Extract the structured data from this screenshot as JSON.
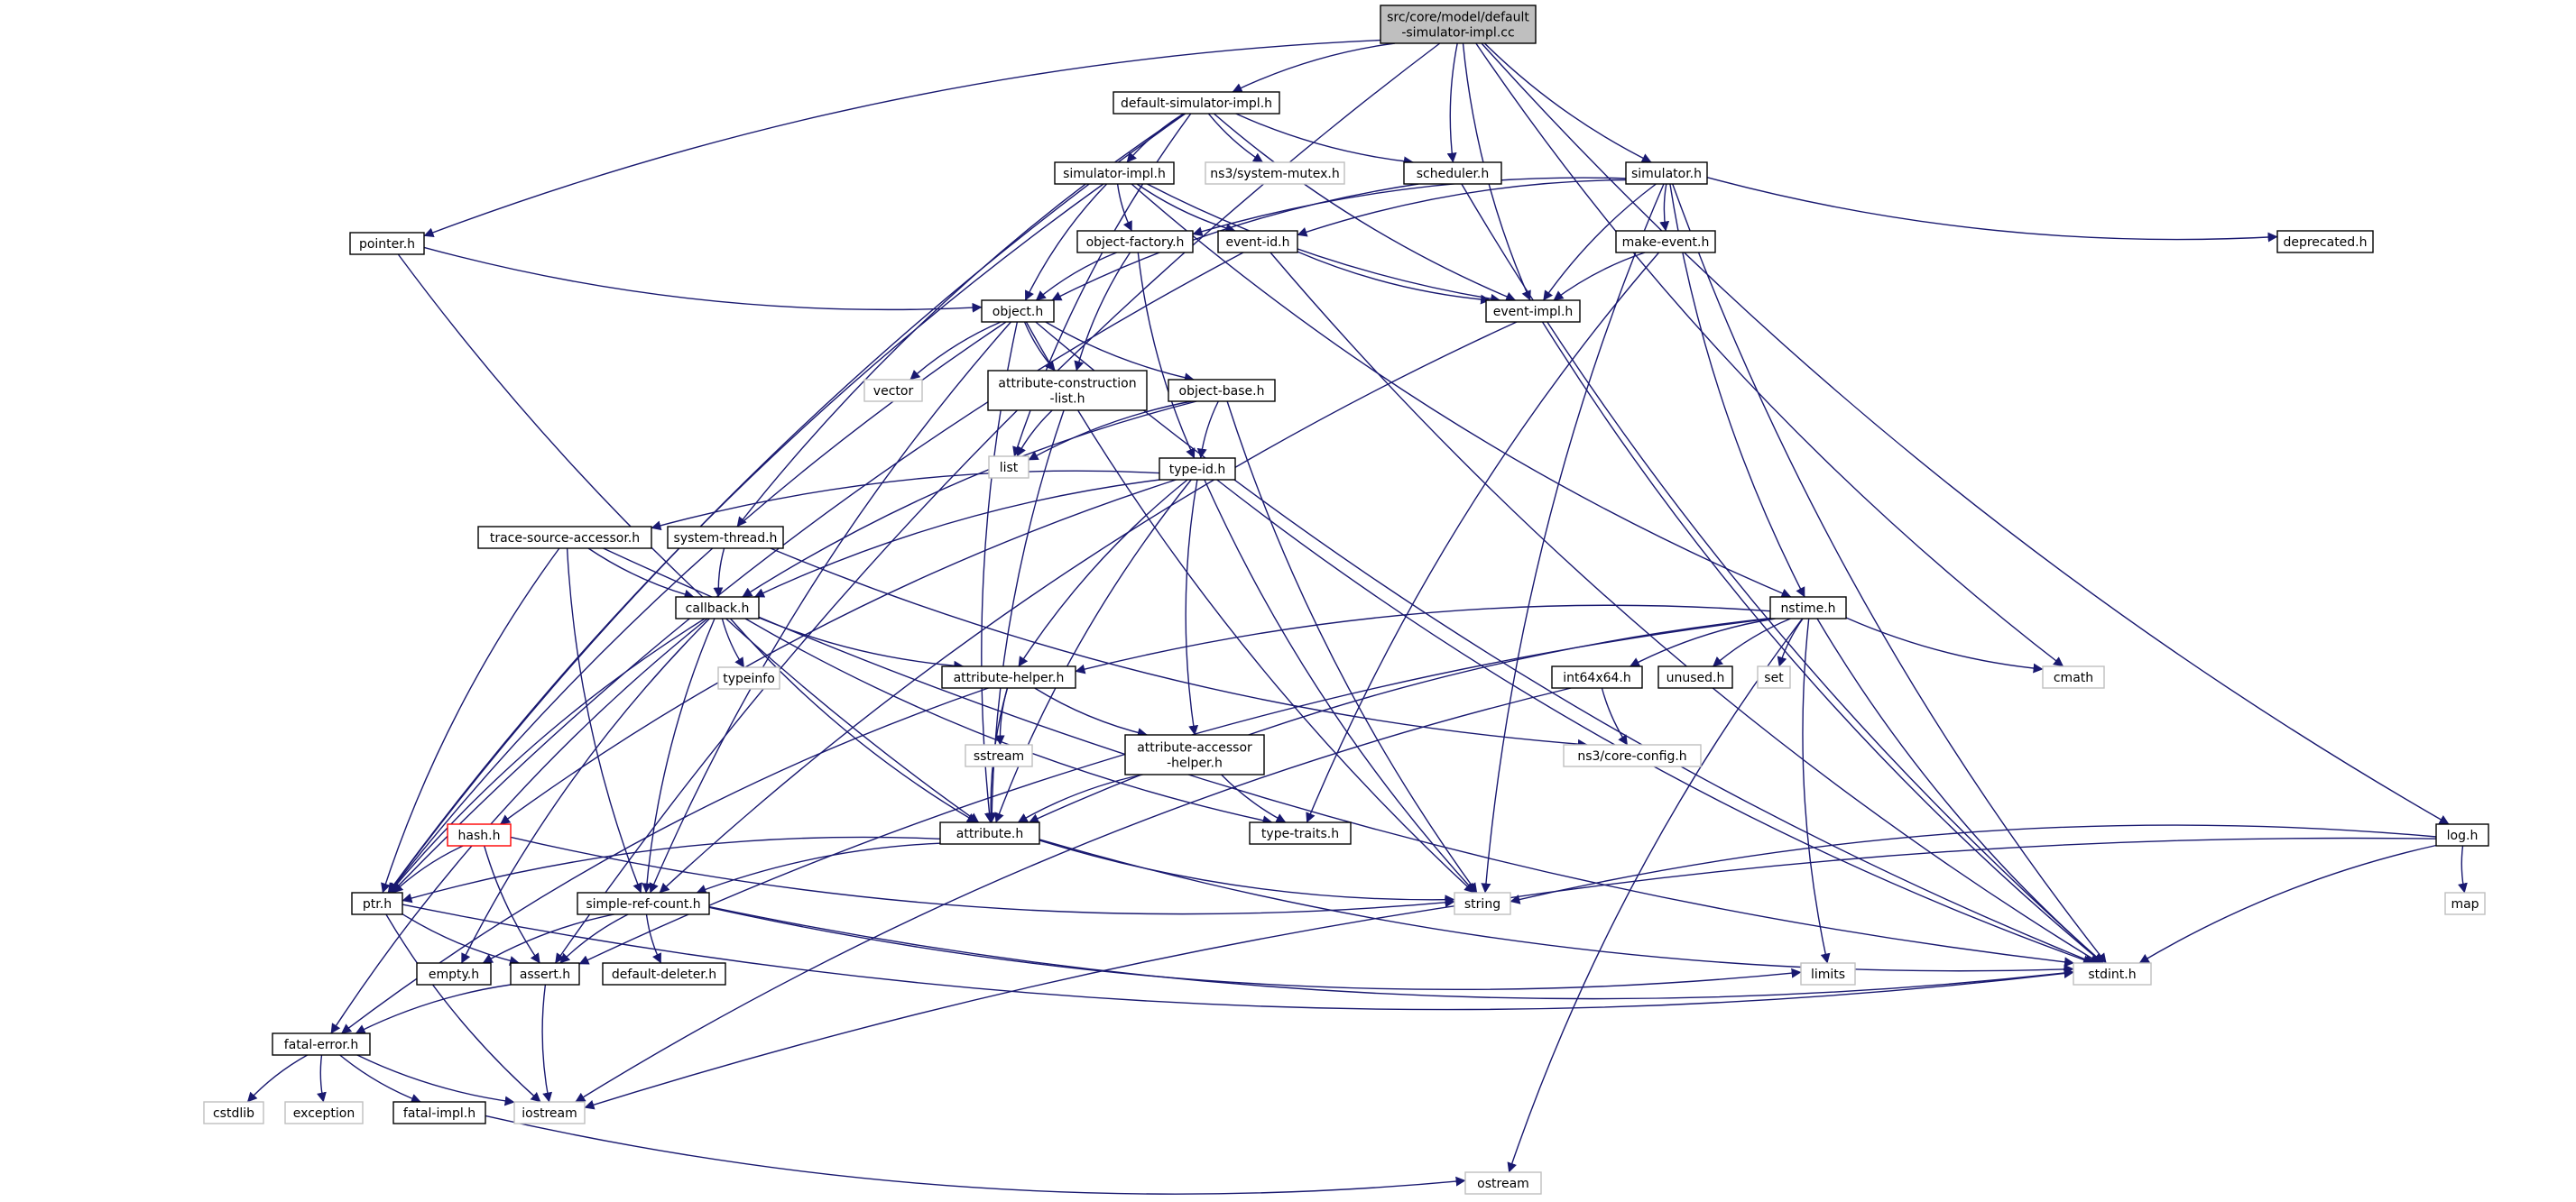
{
  "colors": {
    "edge": "#191970",
    "root_fill": "#bfbfbf",
    "normal_stroke": "#000000",
    "external_stroke": "#bfbfbf",
    "truncated_stroke": "#ff0000"
  },
  "nodes": [
    {
      "id": "root",
      "lines": [
        "src/core/model/default",
        "-simulator-impl.cc"
      ],
      "kind": "root"
    },
    {
      "id": "default-simulator-impl-h",
      "lines": [
        "default-simulator-impl.h"
      ],
      "kind": "normal"
    },
    {
      "id": "simulator-impl-h",
      "lines": [
        "simulator-impl.h"
      ],
      "kind": "normal"
    },
    {
      "id": "system-mutex-h",
      "lines": [
        "ns3/system-mutex.h"
      ],
      "kind": "external"
    },
    {
      "id": "scheduler-h",
      "lines": [
        "scheduler.h"
      ],
      "kind": "normal"
    },
    {
      "id": "simulator-h",
      "lines": [
        "simulator.h"
      ],
      "kind": "normal"
    },
    {
      "id": "pointer-h",
      "lines": [
        "pointer.h"
      ],
      "kind": "normal"
    },
    {
      "id": "object-factory-h",
      "lines": [
        "object-factory.h"
      ],
      "kind": "normal"
    },
    {
      "id": "event-id-h",
      "lines": [
        "event-id.h"
      ],
      "kind": "normal"
    },
    {
      "id": "make-event-h",
      "lines": [
        "make-event.h"
      ],
      "kind": "normal"
    },
    {
      "id": "deprecated-h",
      "lines": [
        "deprecated.h"
      ],
      "kind": "normal"
    },
    {
      "id": "object-h",
      "lines": [
        "object.h"
      ],
      "kind": "normal"
    },
    {
      "id": "event-impl-h",
      "lines": [
        "event-impl.h"
      ],
      "kind": "normal"
    },
    {
      "id": "vector",
      "lines": [
        "vector"
      ],
      "kind": "external"
    },
    {
      "id": "attribute-construction-list-h",
      "lines": [
        "attribute-construction",
        "-list.h"
      ],
      "kind": "normal"
    },
    {
      "id": "object-base-h",
      "lines": [
        "object-base.h"
      ],
      "kind": "normal"
    },
    {
      "id": "list",
      "lines": [
        "list"
      ],
      "kind": "external"
    },
    {
      "id": "type-id-h",
      "lines": [
        "type-id.h"
      ],
      "kind": "normal"
    },
    {
      "id": "trace-source-accessor-h",
      "lines": [
        "trace-source-accessor.h"
      ],
      "kind": "normal"
    },
    {
      "id": "system-thread-h",
      "lines": [
        "system-thread.h"
      ],
      "kind": "normal"
    },
    {
      "id": "callback-h",
      "lines": [
        "callback.h"
      ],
      "kind": "normal"
    },
    {
      "id": "nstime-h",
      "lines": [
        "nstime.h"
      ],
      "kind": "normal"
    },
    {
      "id": "typeinfo",
      "lines": [
        "typeinfo"
      ],
      "kind": "external"
    },
    {
      "id": "attribute-helper-h",
      "lines": [
        "attribute-helper.h"
      ],
      "kind": "normal"
    },
    {
      "id": "int64x64-h",
      "lines": [
        "int64x64.h"
      ],
      "kind": "normal"
    },
    {
      "id": "unused-h",
      "lines": [
        "unused.h"
      ],
      "kind": "normal"
    },
    {
      "id": "set",
      "lines": [
        "set"
      ],
      "kind": "external"
    },
    {
      "id": "cmath",
      "lines": [
        "cmath"
      ],
      "kind": "external"
    },
    {
      "id": "sstream",
      "lines": [
        "sstream"
      ],
      "kind": "external"
    },
    {
      "id": "attribute-accessor-helper-h",
      "lines": [
        "attribute-accessor",
        "-helper.h"
      ],
      "kind": "normal"
    },
    {
      "id": "core-config-h",
      "lines": [
        "ns3/core-config.h"
      ],
      "kind": "external"
    },
    {
      "id": "hash-h",
      "lines": [
        "hash.h"
      ],
      "kind": "truncated"
    },
    {
      "id": "attribute-h",
      "lines": [
        "attribute.h"
      ],
      "kind": "normal"
    },
    {
      "id": "type-traits-h",
      "lines": [
        "type-traits.h"
      ],
      "kind": "normal"
    },
    {
      "id": "log-h",
      "lines": [
        "log.h"
      ],
      "kind": "normal"
    },
    {
      "id": "ptr-h",
      "lines": [
        "ptr.h"
      ],
      "kind": "normal"
    },
    {
      "id": "simple-ref-count-h",
      "lines": [
        "simple-ref-count.h"
      ],
      "kind": "normal"
    },
    {
      "id": "string",
      "lines": [
        "string"
      ],
      "kind": "external"
    },
    {
      "id": "map",
      "lines": [
        "map"
      ],
      "kind": "external"
    },
    {
      "id": "empty-h",
      "lines": [
        "empty.h"
      ],
      "kind": "normal"
    },
    {
      "id": "assert-h",
      "lines": [
        "assert.h"
      ],
      "kind": "normal"
    },
    {
      "id": "default-deleter-h",
      "lines": [
        "default-deleter.h"
      ],
      "kind": "normal"
    },
    {
      "id": "limits",
      "lines": [
        "limits"
      ],
      "kind": "external"
    },
    {
      "id": "stdint-h",
      "lines": [
        "stdint.h"
      ],
      "kind": "external"
    },
    {
      "id": "fatal-error-h",
      "lines": [
        "fatal-error.h"
      ],
      "kind": "normal"
    },
    {
      "id": "cstdlib",
      "lines": [
        "cstdlib"
      ],
      "kind": "external"
    },
    {
      "id": "exception",
      "lines": [
        "exception"
      ],
      "kind": "external"
    },
    {
      "id": "fatal-impl-h",
      "lines": [
        "fatal-impl.h"
      ],
      "kind": "normal"
    },
    {
      "id": "iostream",
      "lines": [
        "iostream"
      ],
      "kind": "external"
    },
    {
      "id": "ostream",
      "lines": [
        "ostream"
      ],
      "kind": "external"
    }
  ],
  "edges": [
    [
      "root",
      "default-simulator-impl-h"
    ],
    [
      "root",
      "scheduler-h"
    ],
    [
      "root",
      "event-impl-h"
    ],
    [
      "root",
      "simulator-h"
    ],
    [
      "root",
      "pointer-h"
    ],
    [
      "root",
      "assert-h"
    ],
    [
      "root",
      "cmath"
    ],
    [
      "root",
      "log-h"
    ],
    [
      "default-simulator-impl-h",
      "simulator-impl-h"
    ],
    [
      "default-simulator-impl-h",
      "system-mutex-h"
    ],
    [
      "default-simulator-impl-h",
      "scheduler-h"
    ],
    [
      "default-simulator-impl-h",
      "event-impl-h"
    ],
    [
      "default-simulator-impl-h",
      "list"
    ],
    [
      "default-simulator-impl-h",
      "ptr-h"
    ],
    [
      "default-simulator-impl-h",
      "system-thread-h"
    ],
    [
      "simulator-impl-h",
      "object-factory-h"
    ],
    [
      "simulator-impl-h",
      "event-id-h"
    ],
    [
      "simulator-impl-h",
      "object-h"
    ],
    [
      "simulator-impl-h",
      "event-impl-h"
    ],
    [
      "simulator-impl-h",
      "nstime-h"
    ],
    [
      "simulator-impl-h",
      "ptr-h"
    ],
    [
      "scheduler-h",
      "object-h"
    ],
    [
      "scheduler-h",
      "stdint-h"
    ],
    [
      "simulator-h",
      "event-id-h"
    ],
    [
      "simulator-h",
      "make-event-h"
    ],
    [
      "simulator-h",
      "deprecated-h"
    ],
    [
      "simulator-h",
      "object-factory-h"
    ],
    [
      "simulator-h",
      "event-impl-h"
    ],
    [
      "simulator-h",
      "nstime-h"
    ],
    [
      "simulator-h",
      "string"
    ],
    [
      "simulator-h",
      "stdint-h"
    ],
    [
      "pointer-h",
      "object-h"
    ],
    [
      "pointer-h",
      "attribute-h"
    ],
    [
      "object-factory-h",
      "object-h"
    ],
    [
      "object-factory-h",
      "attribute-construction-list-h"
    ],
    [
      "object-factory-h",
      "type-id-h"
    ],
    [
      "event-id-h",
      "event-impl-h"
    ],
    [
      "event-id-h",
      "ptr-h"
    ],
    [
      "event-id-h",
      "stdint-h"
    ],
    [
      "make-event-h",
      "event-impl-h"
    ],
    [
      "make-event-h",
      "type-traits-h"
    ],
    [
      "object-h",
      "vector"
    ],
    [
      "object-h",
      "attribute-construction-list-h"
    ],
    [
      "object-h",
      "object-base-h"
    ],
    [
      "object-h",
      "attribute-h"
    ],
    [
      "object-h",
      "string"
    ],
    [
      "object-h",
      "ptr-h"
    ],
    [
      "object-h",
      "simple-ref-count-h"
    ],
    [
      "object-h",
      "stdint-h"
    ],
    [
      "event-impl-h",
      "simple-ref-count-h"
    ],
    [
      "event-impl-h",
      "stdint-h"
    ],
    [
      "attribute-construction-list-h",
      "list"
    ],
    [
      "attribute-construction-list-h",
      "attribute-h"
    ],
    [
      "object-base-h",
      "type-id-h"
    ],
    [
      "object-base-h",
      "list"
    ],
    [
      "object-base-h",
      "callback-h"
    ],
    [
      "object-base-h",
      "string"
    ],
    [
      "type-id-h",
      "trace-source-accessor-h"
    ],
    [
      "type-id-h",
      "callback-h"
    ],
    [
      "type-id-h",
      "attribute-helper-h"
    ],
    [
      "type-id-h",
      "attribute-accessor-helper-h"
    ],
    [
      "type-id-h",
      "attribute-h"
    ],
    [
      "type-id-h",
      "hash-h"
    ],
    [
      "type-id-h",
      "string"
    ],
    [
      "type-id-h",
      "stdint-h"
    ],
    [
      "trace-source-accessor-h",
      "callback-h"
    ],
    [
      "trace-source-accessor-h",
      "ptr-h"
    ],
    [
      "trace-source-accessor-h",
      "simple-ref-count-h"
    ],
    [
      "trace-source-accessor-h",
      "stdint-h"
    ],
    [
      "system-thread-h",
      "callback-h"
    ],
    [
      "system-thread-h",
      "core-config-h"
    ],
    [
      "callback-h",
      "typeinfo"
    ],
    [
      "callback-h",
      "attribute-helper-h"
    ],
    [
      "callback-h",
      "attribute-h"
    ],
    [
      "callback-h",
      "type-traits-h"
    ],
    [
      "callback-h",
      "ptr-h"
    ],
    [
      "callback-h",
      "simple-ref-count-h"
    ],
    [
      "callback-h",
      "empty-h"
    ],
    [
      "callback-h",
      "fatal-error-h"
    ],
    [
      "nstime-h",
      "attribute-helper-h"
    ],
    [
      "nstime-h",
      "int64x64-h"
    ],
    [
      "nstime-h",
      "unused-h"
    ],
    [
      "nstime-h",
      "set"
    ],
    [
      "nstime-h",
      "cmath"
    ],
    [
      "nstime-h",
      "attribute-h"
    ],
    [
      "nstime-h",
      "assert-h"
    ],
    [
      "nstime-h",
      "limits"
    ],
    [
      "nstime-h",
      "stdint-h"
    ],
    [
      "nstime-h",
      "ostream"
    ],
    [
      "attribute-helper-h",
      "sstream"
    ],
    [
      "attribute-helper-h",
      "attribute-accessor-helper-h"
    ],
    [
      "attribute-helper-h",
      "attribute-h"
    ],
    [
      "attribute-helper-h",
      "fatal-error-h"
    ],
    [
      "int64x64-h",
      "core-config-h"
    ],
    [
      "int64x64-h",
      "iostream"
    ],
    [
      "attribute-accessor-helper-h",
      "attribute-h"
    ],
    [
      "attribute-accessor-helper-h",
      "type-traits-h"
    ],
    [
      "hash-h",
      "ptr-h"
    ],
    [
      "hash-h",
      "assert-h"
    ],
    [
      "hash-h",
      "string"
    ],
    [
      "attribute-h",
      "string"
    ],
    [
      "attribute-h",
      "ptr-h"
    ],
    [
      "attribute-h",
      "simple-ref-count-h"
    ],
    [
      "attribute-h",
      "stdint-h"
    ],
    [
      "log-h",
      "string"
    ],
    [
      "log-h",
      "map"
    ],
    [
      "log-h",
      "stdint-h"
    ],
    [
      "log-h",
      "iostream"
    ],
    [
      "ptr-h",
      "assert-h"
    ],
    [
      "ptr-h",
      "iostream"
    ],
    [
      "ptr-h",
      "stdint-h"
    ],
    [
      "simple-ref-count-h",
      "empty-h"
    ],
    [
      "simple-ref-count-h",
      "assert-h"
    ],
    [
      "simple-ref-count-h",
      "default-deleter-h"
    ],
    [
      "simple-ref-count-h",
      "limits"
    ],
    [
      "simple-ref-count-h",
      "stdint-h"
    ],
    [
      "assert-h",
      "fatal-error-h"
    ],
    [
      "assert-h",
      "iostream"
    ],
    [
      "fatal-error-h",
      "cstdlib"
    ],
    [
      "fatal-error-h",
      "exception"
    ],
    [
      "fatal-error-h",
      "fatal-impl-h"
    ],
    [
      "fatal-error-h",
      "iostream"
    ],
    [
      "fatal-impl-h",
      "ostream"
    ]
  ]
}
